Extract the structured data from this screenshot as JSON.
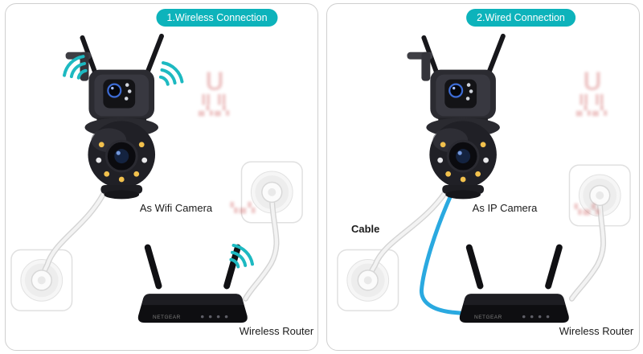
{
  "colors": {
    "accent": "#0db3bb",
    "wifi": "#1db9c1",
    "cable_blue": "#2aa9e0",
    "watermark": "#c43b3b"
  },
  "panels": [
    {
      "title": "1.Wireless Connection",
      "device_label": "As Wifi Camera",
      "router_label": "Wireless Router",
      "router_brand": "NETGEAR"
    },
    {
      "title": "2.Wired Connection",
      "device_label": "As IP Camera",
      "cable_label": "Cable",
      "router_label": "Wireless Router",
      "router_brand": "NETGEAR"
    }
  ],
  "watermark": {
    "glyph": "U",
    "row1": "▐▌▐▌",
    "row2": "▄▚▄▚",
    "row3": "▚▄▚"
  }
}
